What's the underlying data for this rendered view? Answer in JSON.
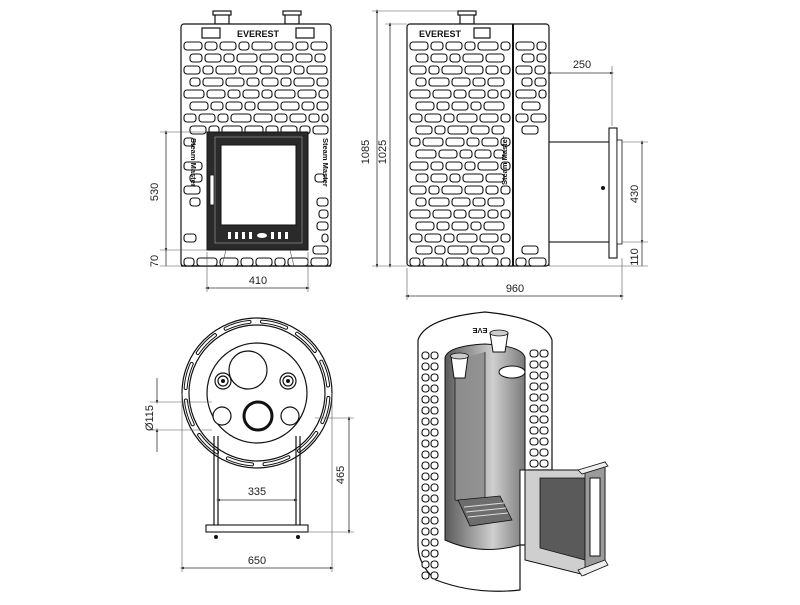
{
  "dimensions": {
    "front_width": "410",
    "front_door_height": "530",
    "front_base_height": "70",
    "side_total_height": "1085",
    "side_body_height": "1025",
    "side_tunnel_offset": "250",
    "side_tunnel_height": "430",
    "side_tunnel_base": "110",
    "side_total_depth": "960",
    "top_flue_diameter": "Ø115",
    "top_leg_spacing": "335",
    "top_leg_depth": "465",
    "top_total_width": "650"
  },
  "branding": {
    "brand_front": "EVEREST",
    "brand_side": "EVEREST",
    "product_left": "Steam Master",
    "product_right": "Steam Master",
    "product_side": "Steam Master",
    "brand_cut": "EVE"
  },
  "colors": {
    "line": "#111111",
    "background": "#ffffff",
    "metal_dark": "#2a2a2a",
    "metal_mid": "#6d6d6d",
    "metal_light": "#bdbdbd"
  }
}
